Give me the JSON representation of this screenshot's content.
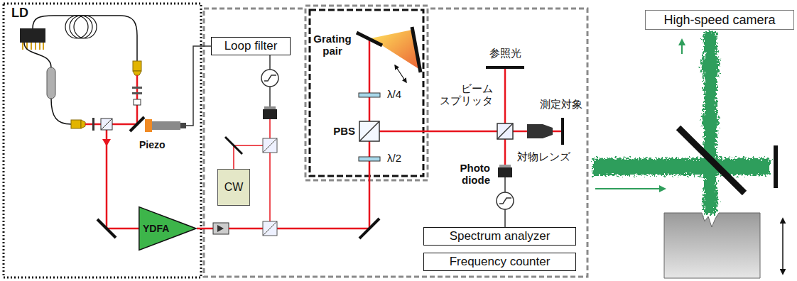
{
  "diagram": {
    "nodes": [
      {
        "text": [
          "Loop filter"
        ]
      },
      {
        "text": [
          "CW"
        ]
      },
      {
        "text": [
          "YDFA"
        ]
      },
      {
        "text": [
          "Spectrum analyzer"
        ]
      },
      {
        "text": [
          "Frequency counter"
        ]
      },
      {
        "text": [
          "High-speed camera"
        ]
      }
    ],
    "labels": [
      "LD",
      "Piezo",
      "Grating pair",
      "λ/4",
      "PBS",
      "λ/2",
      "参照光",
      "ビーム スプリッタ",
      "測定対象",
      "対物レンズ",
      "Photo diode"
    ]
  }
}
